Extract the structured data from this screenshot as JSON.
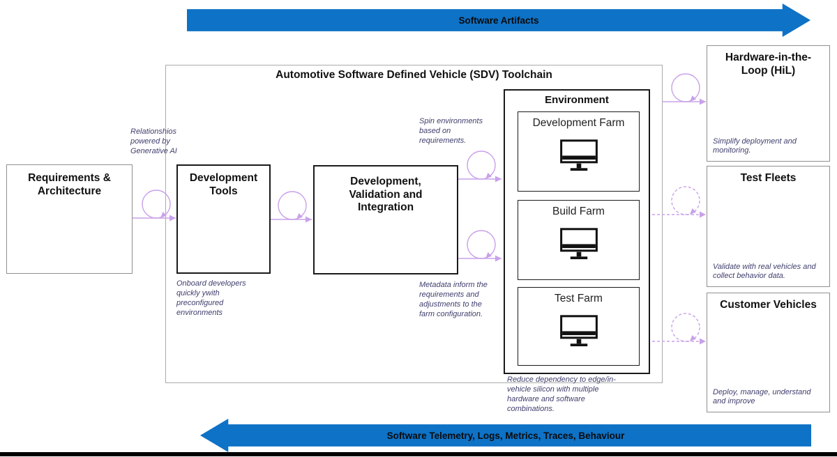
{
  "arrows": {
    "top_label": "Software Artifacts",
    "bottom_label": "Software Telemetry, Logs, Metrics, Traces, Behaviour"
  },
  "toolchain": {
    "title": "Automotive Software Defined Vehicle (SDV) Toolchain"
  },
  "boxes": {
    "requirements": {
      "title": "Requirements &\nArchitecture"
    },
    "dev_tools": {
      "title": "Development\nTools"
    },
    "dvi": {
      "title": "Development,\nValidation and\nIntegration"
    },
    "environment": {
      "title": "Environment",
      "farms": [
        {
          "label": "Development Farm"
        },
        {
          "label": "Build Farm"
        },
        {
          "label": "Test Farm"
        }
      ]
    },
    "hil": {
      "title": "Hardware-in-the-\nLoop (HiL)",
      "note": "Simplify deployment and\nmonitoring."
    },
    "test_fleets": {
      "title": "Test Fleets",
      "note": "Validate with real vehicles and\ncollect behavior data."
    },
    "customer_vehicles": {
      "title": "Customer Vehicles",
      "note": "Deploy, manage, understand\nand improve"
    }
  },
  "annotations": {
    "generative_ai": "Relationshios\npowered by\nGenerative AI",
    "onboard": "Onboard developers\nquickly ywith\npreconfigured\nenvironments",
    "spin": "Spin environments\nbased on\nrequirements.",
    "metadata": "Metadata inform the\nrequirements and\nadjustments to the\nfarm configuration.",
    "reduce": "Reduce dependency to edge/in-\nvehicle silicon with multiple\nhardware and software\ncombinations."
  },
  "colors": {
    "flow_arrow_blue": "#0E72C6",
    "connector_purple": "#C9A1E9",
    "annotation_ink": "#3F3F6E"
  }
}
